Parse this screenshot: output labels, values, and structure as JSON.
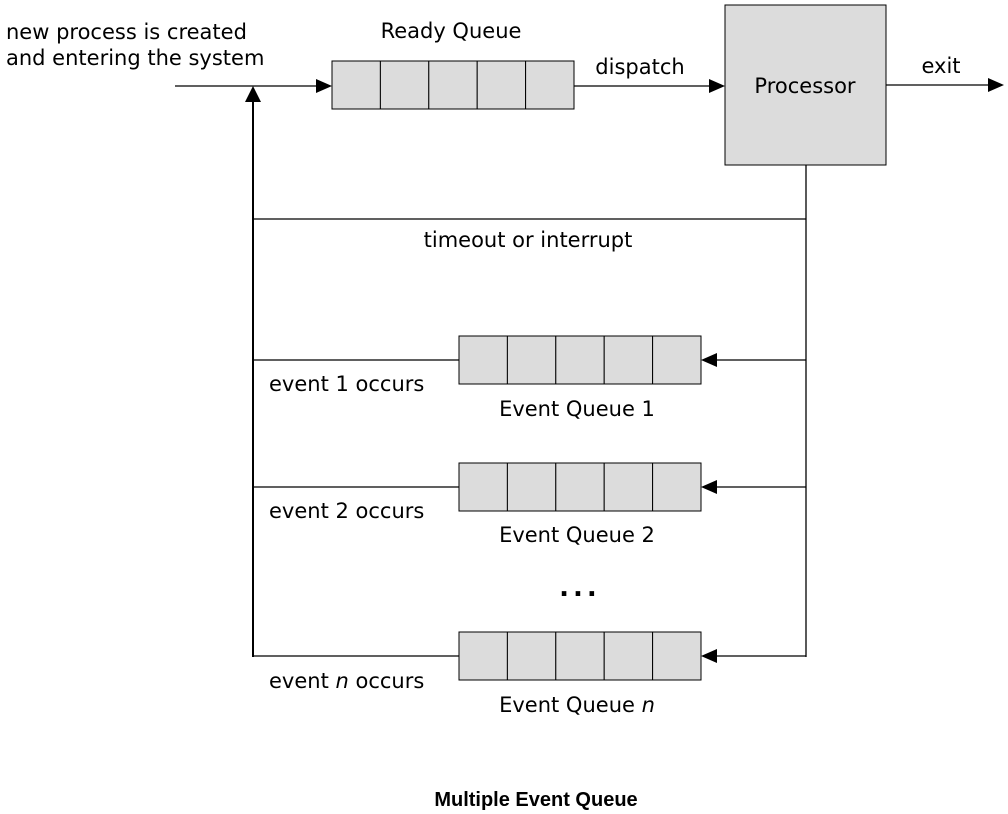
{
  "labels": {
    "new_process_line1": "new process is created",
    "new_process_line2": "and entering the system",
    "ready_queue": "Ready Queue",
    "dispatch": "dispatch",
    "processor": "Processor",
    "exit": "exit",
    "timeout": "timeout or interrupt",
    "event1_occurs": "event 1 occurs",
    "event2_occurs": "event 2 occurs",
    "eventn_prefix": "event ",
    "eventn_var": "n",
    "eventn_suffix": " occurs",
    "event_queue_1": "Event Queue 1",
    "event_queue_2": "Event Queue 2",
    "event_queue_n_prefix": "Event Queue ",
    "event_queue_n_var": "n",
    "ellipsis": "...",
    "caption": "Multiple Event Queue"
  }
}
